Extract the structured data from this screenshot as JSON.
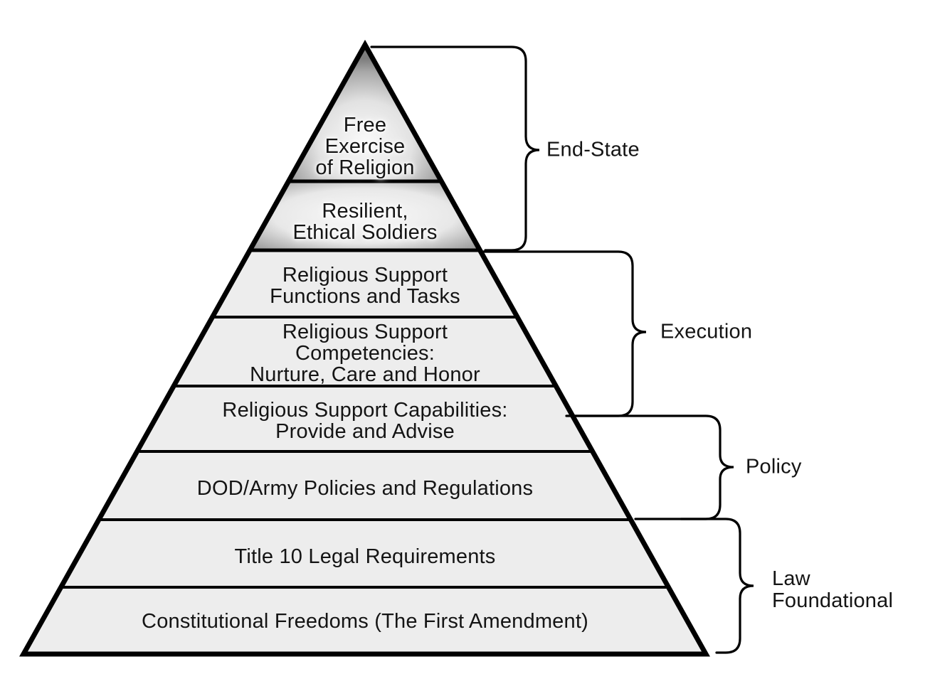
{
  "diagram_type": "pyramid",
  "pyramid": {
    "levels": [
      {
        "label": "Free Exercise of Religion",
        "lines": [
          "Free",
          "Exercise",
          "of Religion"
        ]
      },
      {
        "label": "Resilient, Ethical Soldiers",
        "lines": [
          "Resilient,",
          "Ethical Soldiers"
        ]
      },
      {
        "label": "Religious Support Functions and Tasks",
        "lines": [
          "Religious Support",
          "Functions and Tasks"
        ]
      },
      {
        "label": "Religious Support Competencies: Nurture, Care and Honor",
        "lines": [
          "Religious Support",
          "Competencies:",
          "Nurture, Care and Honor"
        ]
      },
      {
        "label": "Religious Support Capabilities: Provide and Advise",
        "lines": [
          "Religious Support Capabilities:",
          "Provide and Advise"
        ]
      },
      {
        "label": "DOD/Army Policies and Regulations",
        "lines": [
          "DOD/Army Policies and Regulations"
        ]
      },
      {
        "label": "Title 10 Legal Requirements",
        "lines": [
          "Title 10 Legal Requirements"
        ]
      },
      {
        "label": "Constitutional Freedoms (The First Amendment)",
        "lines": [
          "Constitutional Freedoms (The First Amendment)"
        ]
      }
    ],
    "brackets": [
      {
        "label": "End-State",
        "covers": [
          "Free Exercise of Religion",
          "Resilient, Ethical Soldiers"
        ]
      },
      {
        "label": "Execution",
        "covers": [
          "Religious Support Functions and Tasks",
          "Religious Support Competencies: Nurture, Care and Honor",
          "Religious Support Capabilities: Provide and Advise"
        ]
      },
      {
        "label": "Policy",
        "covers": [
          "DOD/Army Policies and Regulations"
        ]
      },
      {
        "label": "Law Foundational",
        "lines": [
          "Law",
          "Foundational"
        ],
        "covers": [
          "Title 10 Legal Requirements",
          "Constitutional Freedoms (The First Amendment)"
        ]
      }
    ],
    "colors": {
      "background": "#ffffff",
      "level_fill": "#ededed",
      "outline": "#000000",
      "gradient_dark": "#7c7c7c",
      "gradient_light": "#fafafa",
      "text": "#141414"
    }
  }
}
